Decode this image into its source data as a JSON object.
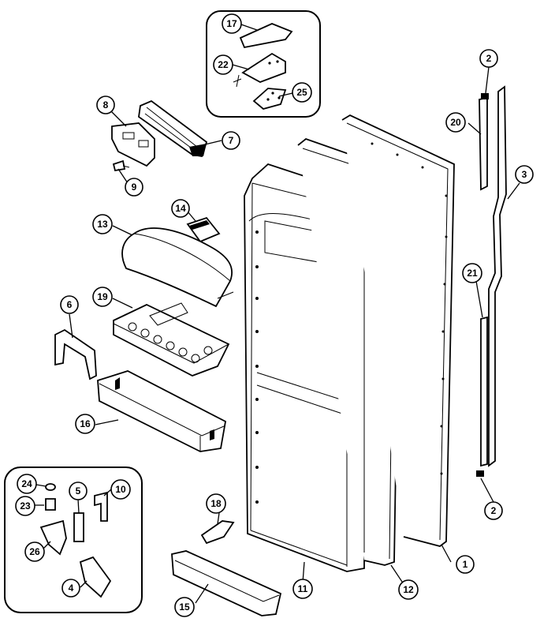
{
  "diagram": {
    "callouts": [
      {
        "id": "17",
        "label": "17"
      },
      {
        "id": "22",
        "label": "22"
      },
      {
        "id": "25",
        "label": "25"
      },
      {
        "id": "8",
        "label": "8"
      },
      {
        "id": "7",
        "label": "7"
      },
      {
        "id": "9",
        "label": "9"
      },
      {
        "id": "14",
        "label": "14"
      },
      {
        "id": "13",
        "label": "13"
      },
      {
        "id": "19",
        "label": "19"
      },
      {
        "id": "6",
        "label": "6"
      },
      {
        "id": "16",
        "label": "16"
      },
      {
        "id": "2a",
        "label": "2"
      },
      {
        "id": "20",
        "label": "20"
      },
      {
        "id": "3",
        "label": "3"
      },
      {
        "id": "21",
        "label": "21"
      },
      {
        "id": "2b",
        "label": "2"
      },
      {
        "id": "1",
        "label": "1"
      },
      {
        "id": "12",
        "label": "12"
      },
      {
        "id": "11",
        "label": "11"
      },
      {
        "id": "18",
        "label": "18"
      },
      {
        "id": "15",
        "label": "15"
      },
      {
        "id": "24",
        "label": "24"
      },
      {
        "id": "5",
        "label": "5"
      },
      {
        "id": "10",
        "label": "10"
      },
      {
        "id": "23",
        "label": "23"
      },
      {
        "id": "26",
        "label": "26"
      },
      {
        "id": "4",
        "label": "4"
      }
    ]
  }
}
